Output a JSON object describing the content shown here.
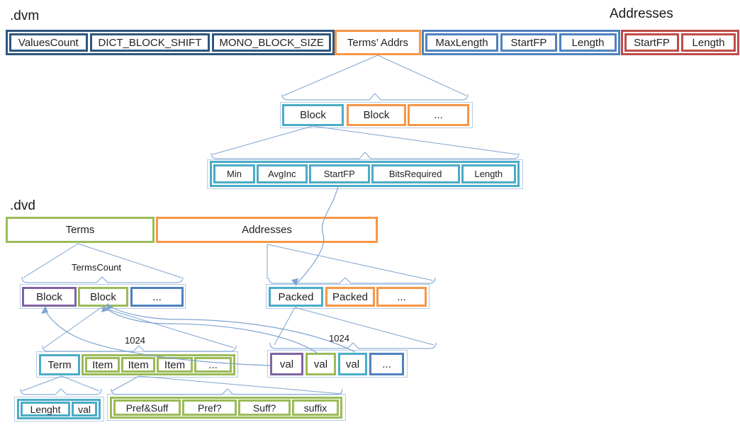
{
  "headings": {
    "dvm": ".dvm",
    "dvd": ".dvd",
    "addresses_top": "Addresses"
  },
  "labels": {
    "terms_count": "TermsCount",
    "count_1024_terms": "1024",
    "count_1024_vals": "1024"
  },
  "dvm_row": {
    "meta_cells": [
      "ValuesCount",
      "DICT_BLOCK_SHIFT",
      "MONO_BLOCK_SIZE"
    ],
    "terms_addrs": "Terms’ Addrs",
    "stats_cells": [
      "MaxLength",
      "StartFP",
      "Length"
    ],
    "address_cells": [
      "StartFP",
      "Length"
    ]
  },
  "block_row_dvm": {
    "cells": [
      "Block",
      "Block",
      "..."
    ]
  },
  "min_row": {
    "cells": [
      "Min",
      "AvgInc",
      "StartFP",
      "BitsRequired",
      "Length"
    ]
  },
  "dvd_row": {
    "terms": "Terms",
    "addresses": "Addresses"
  },
  "term_block_row": {
    "cells": [
      "Block",
      "Block",
      "..."
    ]
  },
  "packed_row": {
    "cells": [
      "Packed",
      "Packed",
      "..."
    ]
  },
  "term_row": {
    "term": "Term",
    "items": [
      "Item",
      "Item",
      "Item",
      "..."
    ]
  },
  "val_row": {
    "cells": [
      "val",
      "val",
      "val",
      "..."
    ]
  },
  "length_row": {
    "cells": [
      "Lenght",
      "val"
    ]
  },
  "suffix_row": {
    "cells": [
      "Pref&Suff",
      "Pref?",
      "Suff?",
      "suffix"
    ]
  },
  "palette": {
    "dark_navy": "#2E567E",
    "blue": "#4F81BD",
    "orange": "#F79646",
    "red": "#BE4B48",
    "green": "#9BBB59",
    "purple": "#8064A2",
    "teal": "#4BACC6",
    "connector_blue": "#7EA4D0"
  }
}
